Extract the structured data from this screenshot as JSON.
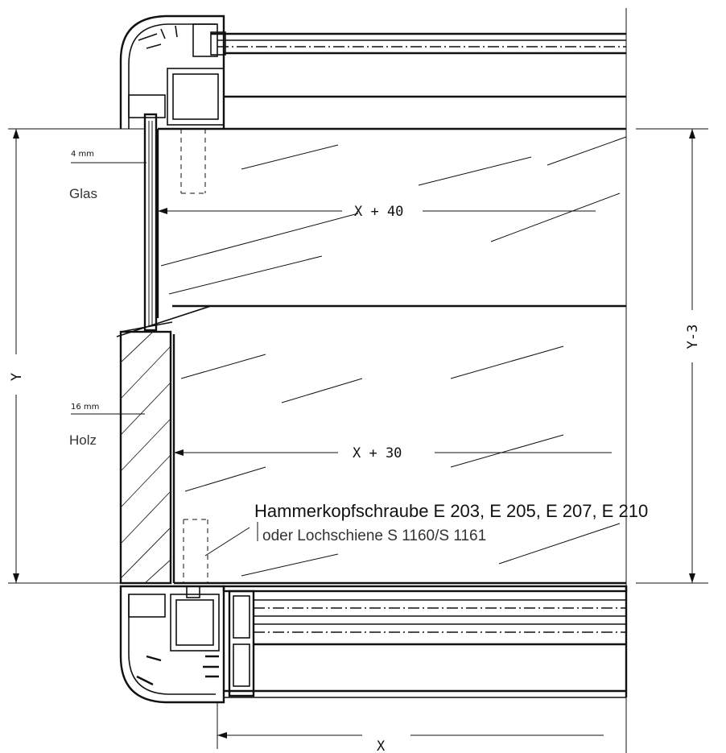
{
  "labels": {
    "glass_thickness": "4 mm",
    "glass_material": "Glas",
    "wood_thickness": "16 mm",
    "wood_material": "Holz",
    "dim_x_plus_40": "X + 40",
    "dim_x_plus_30": "X + 30",
    "dim_y": "Y",
    "dim_y_minus_3": "Y-3",
    "dim_x": "X",
    "screw_callout": "Hammerkopfschraube E 203, E 205, E 207, E 210",
    "screw_alternative": "oder Lochschiene S 1160/S 1161"
  }
}
